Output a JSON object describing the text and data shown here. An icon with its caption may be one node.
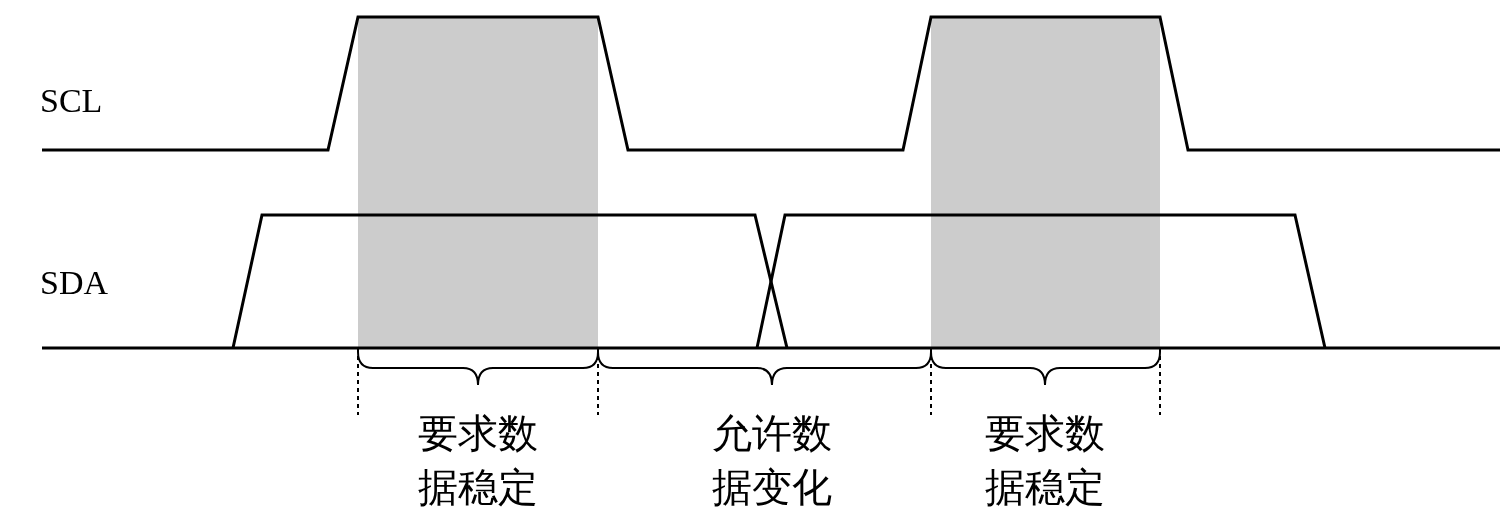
{
  "diagram": {
    "labels": [
      "SCL",
      "SDA",
      "要求数据稳定",
      "允许数据变化",
      "要求数据稳定"
    ]
  }
}
